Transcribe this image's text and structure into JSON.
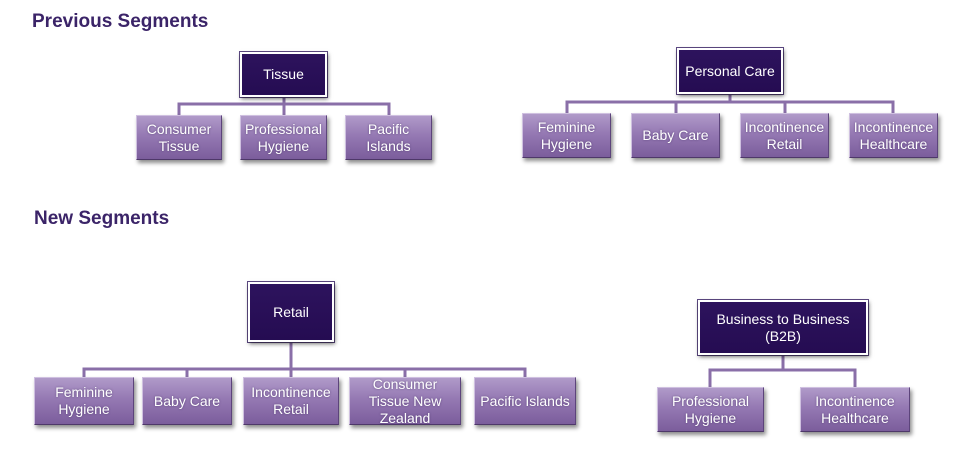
{
  "headings": {
    "previous": "Previous Segments",
    "new": "New Segments"
  },
  "colors": {
    "heading": "#3b2468",
    "parent_box": "#2b1058",
    "child_box": "#9a7fb8",
    "connector": "#8a6fa8"
  },
  "previous": {
    "tissue": {
      "label": "Tissue",
      "children": [
        "Consumer\nTissue",
        "Professional\nHygiene",
        "Pacific\nIslands"
      ]
    },
    "personal_care": {
      "label": "Personal Care",
      "children": [
        "Feminine\nHygiene",
        "Baby Care",
        "Incontinence\nRetail",
        "Incontinence\nHealthcare"
      ]
    }
  },
  "new": {
    "retail": {
      "label": "Retail",
      "children": [
        "Feminine\nHygiene",
        "Baby Care",
        "Incontinence\nRetail",
        "Consumer\nTissue New\nZealand",
        "Pacific Islands"
      ]
    },
    "b2b": {
      "label": "Business to Business\n(B2B)",
      "children": [
        "Professional\nHygiene",
        "Incontinence\nHealthcare"
      ]
    }
  }
}
